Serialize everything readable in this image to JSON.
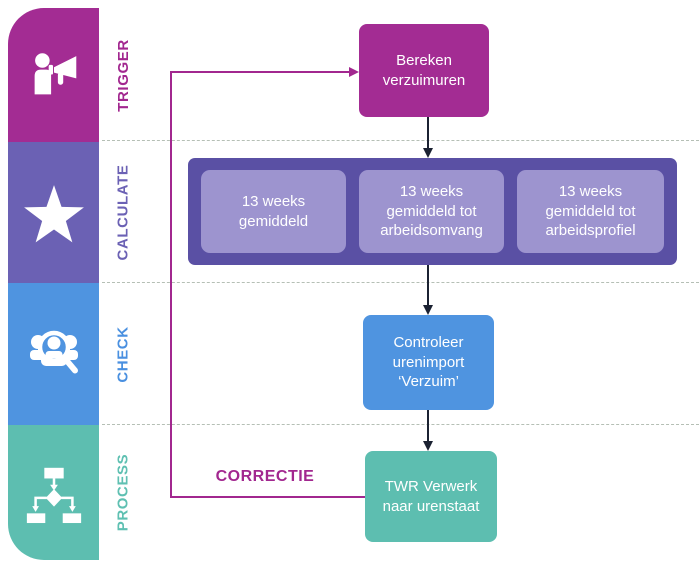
{
  "diagram": {
    "lanes": [
      {
        "label": "TRIGGER",
        "color": "#a32c93",
        "label_color": "#a2278f",
        "icon": "megaphone-person-icon"
      },
      {
        "label": "CALCULATE",
        "color": "#6b61b4",
        "label_color": "#6b61b4",
        "icon": "star-icon"
      },
      {
        "label": "CHECK",
        "color": "#4f94e0",
        "label_color": "#4a90e0",
        "icon": "people-magnifier-icon"
      },
      {
        "label": "PROCESS",
        "color": "#5dbeb0",
        "label_color": "#5fc0b2",
        "icon": "flowchart-icon"
      }
    ],
    "nodes": {
      "trigger": {
        "label": "Bereken verzuimuren",
        "color": "#a32c93"
      },
      "calculate": {
        "container_color": "#5a50a4",
        "item_color": "#9d94cf",
        "items": [
          "13 weeks gemiddeld",
          "13 weeks gemiddeld tot arbeidsomvang",
          "13 weeks gemiddeld tot arbeidsprofiel"
        ]
      },
      "check": {
        "label": "Controleer urenimport ‘Verzuim’",
        "color": "#4f94e0"
      },
      "process": {
        "label": "TWR Verwerk naar urenstaat",
        "color": "#5dbeb0"
      }
    },
    "feedback": {
      "label": "CORRECTIE",
      "color": "#a2278f"
    },
    "connector_color": "#1b2232",
    "separator_color": "#b5bfb5"
  }
}
